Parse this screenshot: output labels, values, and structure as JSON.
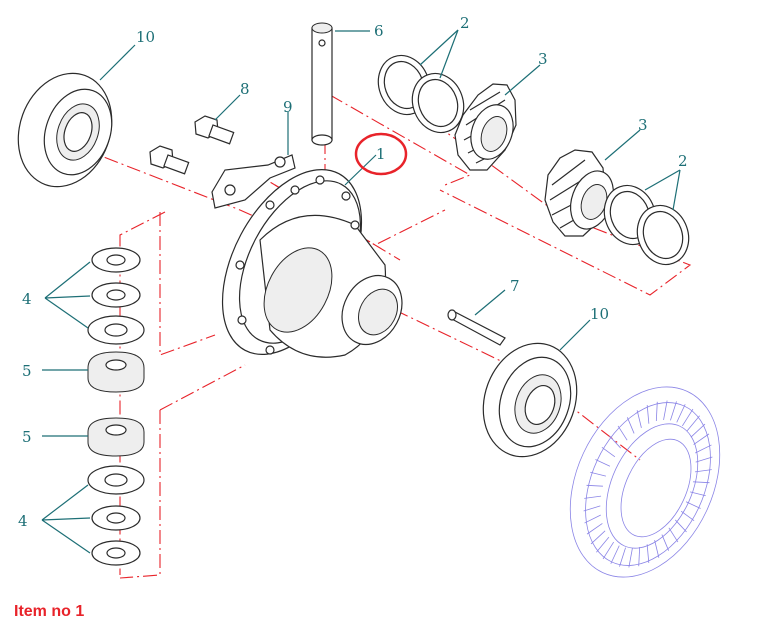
{
  "diagram": {
    "callouts": [
      {
        "id": "c10a",
        "label": "10"
      },
      {
        "id": "c6",
        "label": "6"
      },
      {
        "id": "c2a",
        "label": "2"
      },
      {
        "id": "c3a",
        "label": "3"
      },
      {
        "id": "c8",
        "label": "8"
      },
      {
        "id": "c9",
        "label": "9"
      },
      {
        "id": "c1",
        "label": "1"
      },
      {
        "id": "c3b",
        "label": "3"
      },
      {
        "id": "c2b",
        "label": "2"
      },
      {
        "id": "c4a",
        "label": "4"
      },
      {
        "id": "c7",
        "label": "7"
      },
      {
        "id": "c10b",
        "label": "10"
      },
      {
        "id": "c5a",
        "label": "5"
      },
      {
        "id": "c5b",
        "label": "5"
      },
      {
        "id": "c4b",
        "label": "4"
      }
    ],
    "highlighted_item": "1",
    "highlight_color": "#e8232a",
    "leader_color": "#1d6f76"
  },
  "caption": "Item no 1"
}
